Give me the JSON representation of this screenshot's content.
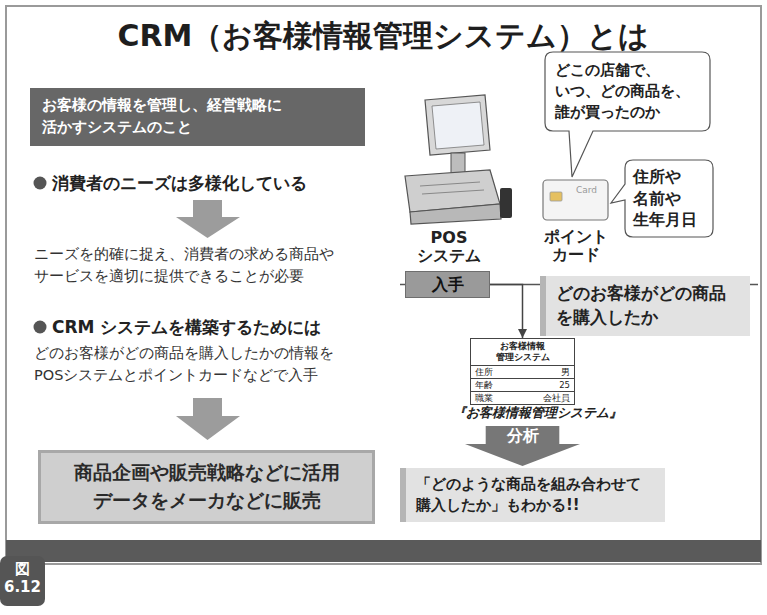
{
  "diagram": {
    "title": "CRM（お客様情報管理システム）とは",
    "nodes": [
      {
        "text": [
          "お客様の情報を管理し、経営戦略に 活かすシステムのこと"
        ]
      },
      {
        "text": [
          "商品企画や販売戦略などに活用",
          "データをメーカなどに販売"
        ]
      },
      {
        "text": [
          "どこの店舗で、 いつ、どの商品を、 誰が買ったのか"
        ]
      },
      {
        "text": [
          "住所や 名前や 生年月日"
        ]
      },
      {
        "text": [
          "入手"
        ]
      },
      {
        "text": [
          "どのお客様がどの商品 を購入したか"
        ]
      },
      {
        "text": [
          "お客様情報 管理システム",
          "住所",
          "男",
          "年齢",
          "25",
          "職業",
          "会社員"
        ]
      },
      {
        "text": [
          "分析"
        ]
      },
      {
        "text": [
          "「どのような商品を組み合わせて 購入したか」もわかる!!"
        ]
      }
    ],
    "edges": [
      {
        "from": 4,
        "to": 6,
        "arrow": "to"
      }
    ],
    "labels": [
      "消費者のニーズは多様化している",
      "ニーズを的確に捉え、消費者の求める商品や サービスを適切に提供できることが必要",
      "CRM システムを構築するためには",
      "どのお客様がどの商品を購入したかの情報を POSシステムとポイントカードなどで入手",
      "POS システム",
      "ポイント カード",
      "Card",
      "『お客様情報管理システム』",
      "図 6.12"
    ]
  }
}
